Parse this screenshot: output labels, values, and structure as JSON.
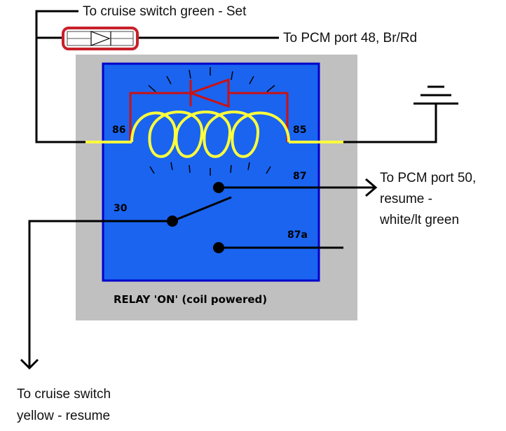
{
  "labels": {
    "set_wire": "To cruise switch green - Set",
    "pcm48": "To PCM port 48, Br/Rd",
    "pcm50_line1": "To PCM port 50,",
    "pcm50_line2": "resume -",
    "pcm50_line3": "white/lt green",
    "resume_line1": "To cruise switch",
    "resume_line2": "yellow - resume"
  },
  "relay": {
    "caption": "RELAY 'ON' (coil powered)",
    "pins": {
      "p86": "86",
      "p85": "85",
      "p87": "87",
      "p30": "30",
      "p87a": "87a"
    }
  },
  "colors": {
    "wire": "#000000",
    "relay_body": "#c0c0c0",
    "relay_face": "#1a64f0",
    "relay_border": "#0000cc",
    "coil": "#ffff3c",
    "diode": "#cc1111",
    "diode_box": "#c8202a"
  }
}
